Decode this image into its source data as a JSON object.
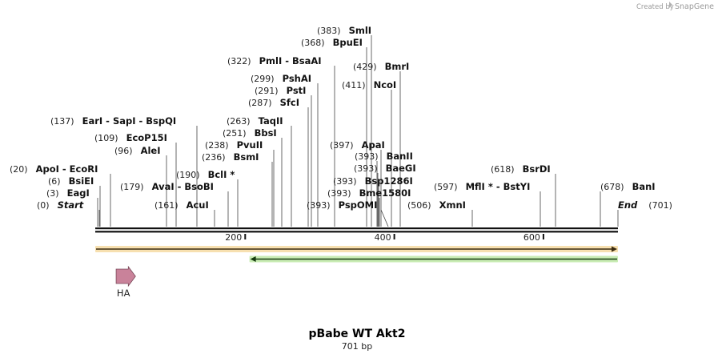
{
  "credit": {
    "prefix": "Created by",
    "brand": "SnapGene"
  },
  "plasmid": {
    "name": "pBabe WT Akt2",
    "length_label": "701 bp",
    "length": 701
  },
  "ruler": {
    "ticks": [
      200,
      400,
      600
    ]
  },
  "ends": [
    {
      "name": "Start",
      "pos": 0
    },
    {
      "name": "End",
      "pos": 701
    }
  ],
  "sites": [
    {
      "pos": 0,
      "text": "Start"
    },
    {
      "pos": 3,
      "text": "EagI"
    },
    {
      "pos": 6,
      "text": "BsiEI"
    },
    {
      "pos": 20,
      "text": "ApoI  - EcoRI"
    },
    {
      "pos": 96,
      "text": "AleI"
    },
    {
      "pos": 109,
      "text": "EcoP15I"
    },
    {
      "pos": 137,
      "text": "EarI  - SapI  - BspQI"
    },
    {
      "pos": 161,
      "text": "AcuI"
    },
    {
      "pos": 179,
      "text": "AvaI  - BsoBI"
    },
    {
      "pos": 190,
      "text": "BclI *"
    },
    {
      "pos": 236,
      "text": "BsmI"
    },
    {
      "pos": 238,
      "text": "PvuII"
    },
    {
      "pos": 251,
      "text": "BbsI"
    },
    {
      "pos": 263,
      "text": "TaqII"
    },
    {
      "pos": 287,
      "text": "SfcI"
    },
    {
      "pos": 291,
      "text": "PstI"
    },
    {
      "pos": 299,
      "text": "PshAI"
    },
    {
      "pos": 322,
      "text": "PmlI  - BsaAI"
    },
    {
      "pos": 368,
      "text": "BpuEI"
    },
    {
      "pos": 383,
      "text": "SmlI"
    },
    {
      "pos": 393,
      "text": "PspOMI"
    },
    {
      "pos": 393,
      "text": "Bme1580I"
    },
    {
      "pos": 393,
      "text": "Bsp1286I"
    },
    {
      "pos": 393,
      "text": "BaeGI"
    },
    {
      "pos": 393,
      "text": "BanII"
    },
    {
      "pos": 397,
      "text": "ApaI"
    },
    {
      "pos": 411,
      "text": "NcoI"
    },
    {
      "pos": 429,
      "text": "BmrI"
    },
    {
      "pos": 506,
      "text": "XmnI"
    },
    {
      "pos": 597,
      "text": "MflI * - BstYI"
    },
    {
      "pos": 618,
      "text": "BsrDI"
    },
    {
      "pos": 678,
      "text": "BanI"
    },
    {
      "pos": 701,
      "text": "End"
    }
  ],
  "features": [
    {
      "name": "",
      "type": "orange-bar",
      "start": 0,
      "end": 701,
      "direction": "forward",
      "color": "#e0902a"
    },
    {
      "name": "",
      "type": "green-bar",
      "start": 210,
      "end": 701,
      "direction": "reverse",
      "color": "#3fa12f"
    },
    {
      "name": "HA",
      "type": "tag",
      "start": 28,
      "end": 54,
      "direction": "forward",
      "color": "#c9829a"
    }
  ]
}
